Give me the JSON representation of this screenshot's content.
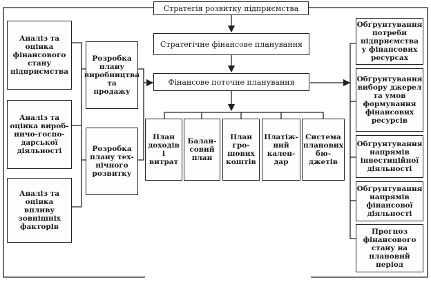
{
  "top": "Стратегія розвитку підприємства",
  "middle": {
    "strategic": "Стратегічне фінансове планування",
    "current": "Фінансове поточне планування"
  },
  "left": [
    "Аналіз та\nоцінка\nфінансового\nстану\nпідприємства",
    "Аналіз та\nоцінка вироб-\nничо-госпо-\nдарської\nдіяльності",
    "Аналіз та\nоцінка\nвпливу\nзовнішніх\nфакторів"
  ],
  "left_mid": [
    "Розробка\nплану\nвиробництва та\nпродажу",
    "Розробка\nплану тех-\nнічного\nрозвитку"
  ],
  "plans": [
    "План\nдоходів\nі витрат",
    "Балан-\nсовий\nплан",
    "План\nгро-\nшових\nкоштів",
    "Платіж-\nний\nкален-\nдар",
    "Система\nпланових бю-\nджетів"
  ],
  "right": [
    "Обґрунтування\nпотреби\nпідприємства\nу фінансових\nресурсах",
    "Обґрунтування\nвибору джерел\nта умов\nформування\nфінансових\nресурсів",
    "Обґрунтування\nнапрямів\nінвестиційної\nдіяльності",
    "Обґрунтування\nнапрямів\nфінансової\nдіяльності",
    "Прогноз\nфінансового\nстану на\nплановий\nперіод"
  ]
}
